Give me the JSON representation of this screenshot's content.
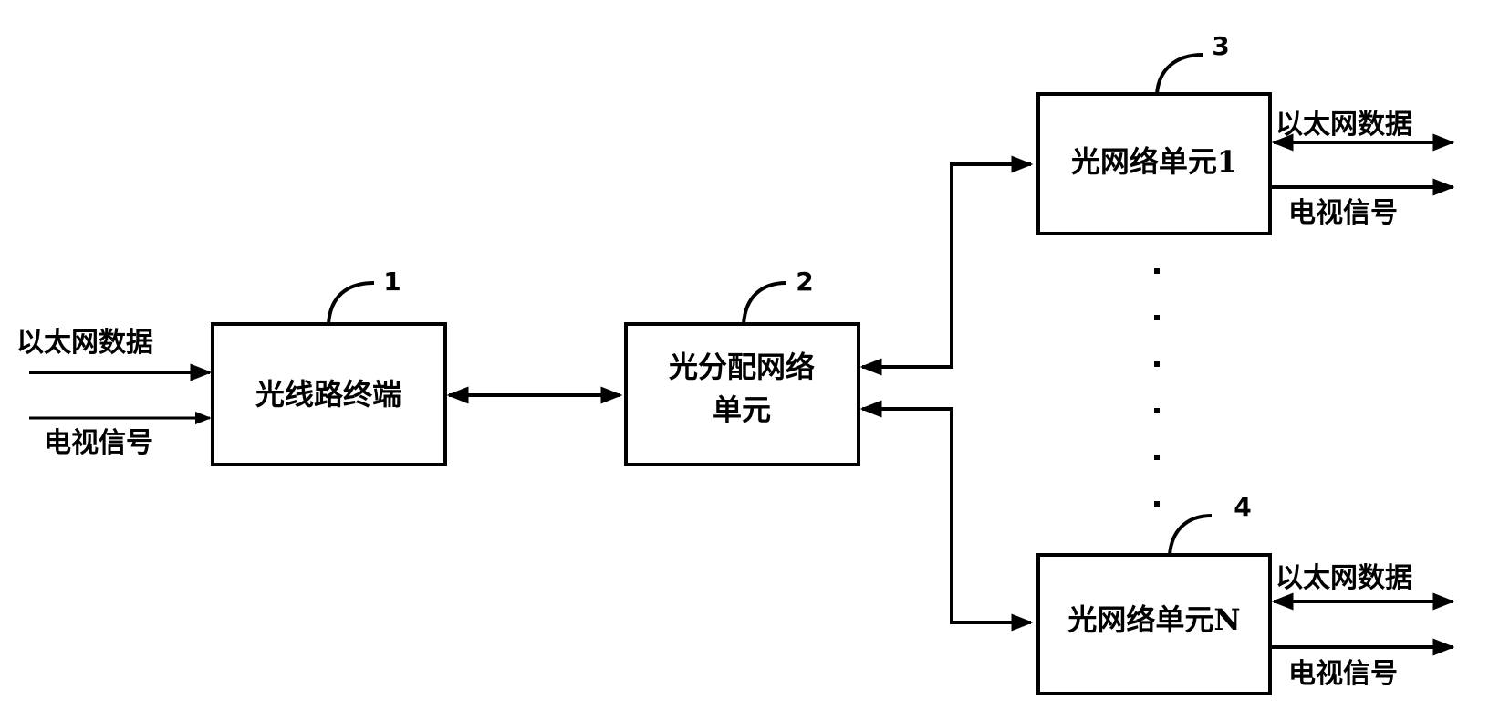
{
  "diagram": {
    "type": "block-diagram",
    "nodes": [
      {
        "id": "olt",
        "ref": "1",
        "label_lines": [
          "光线路终端"
        ]
      },
      {
        "id": "odn",
        "ref": "2",
        "label_lines": [
          "光分配网络",
          "单元"
        ]
      },
      {
        "id": "onu1",
        "ref": "3",
        "label_lines": [
          "光网络单元1"
        ]
      },
      {
        "id": "onuN",
        "ref": "4",
        "label_lines": [
          "光网络单元N"
        ]
      }
    ],
    "inputs": {
      "ethernet": "以太网数据",
      "tv": "电视信号"
    },
    "onu1_outputs": {
      "ethernet": "以太网数据",
      "tv": "电视信号"
    },
    "onuN_outputs": {
      "ethernet": "以太网数据",
      "tv": "电视信号"
    },
    "edges": [
      {
        "from": "input-ethernet",
        "to": "olt",
        "direction": "forward"
      },
      {
        "from": "input-tv",
        "to": "olt",
        "direction": "forward"
      },
      {
        "from": "olt",
        "to": "odn",
        "direction": "bidirectional"
      },
      {
        "from": "odn",
        "to": "onu1",
        "direction": "bidirectional"
      },
      {
        "from": "odn",
        "to": "onuN",
        "direction": "bidirectional"
      },
      {
        "from": "onu1",
        "to": "output-ethernet-1",
        "direction": "bidirectional"
      },
      {
        "from": "onu1",
        "to": "output-tv-1",
        "direction": "forward"
      },
      {
        "from": "onuN",
        "to": "output-ethernet-N",
        "direction": "bidirectional"
      },
      {
        "from": "onuN",
        "to": "output-tv-N",
        "direction": "forward"
      }
    ],
    "ellipsis": "ONU 1 … ONU N (vertical dots)"
  }
}
